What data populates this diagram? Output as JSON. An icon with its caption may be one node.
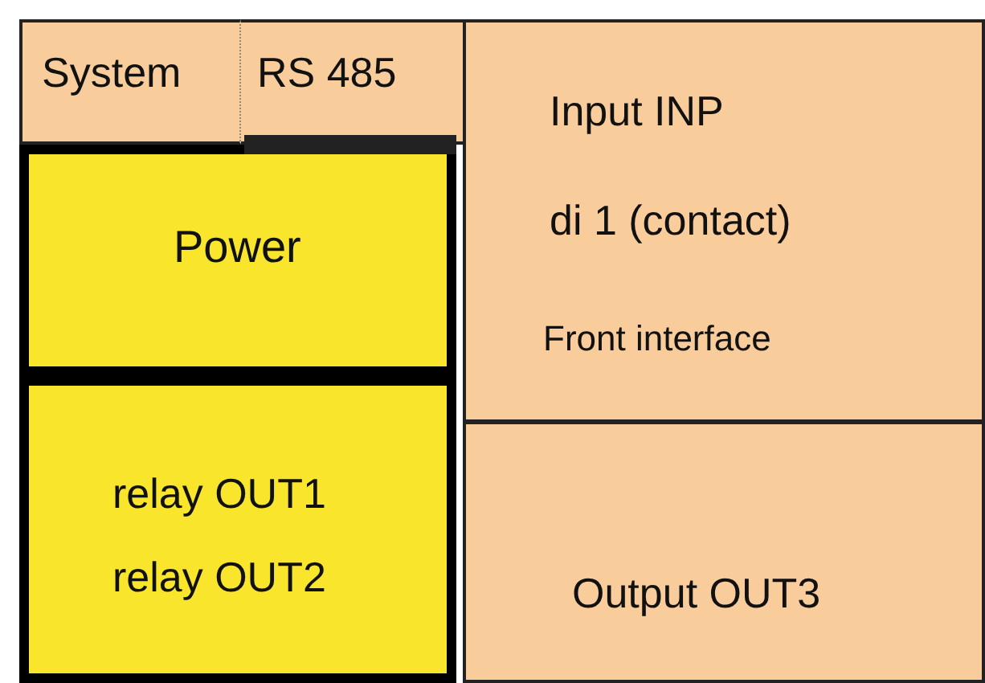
{
  "diagram": {
    "nodes": [
      {
        "text": [
          "System"
        ]
      },
      {
        "text": [
          "RS 485"
        ]
      },
      {
        "text": [
          "Power"
        ]
      },
      {
        "text": [
          "relay OUT1",
          "relay OUT2"
        ]
      },
      {
        "text": [
          "Input INP",
          "di 1 (contact)",
          "Front interface"
        ]
      },
      {
        "text": [
          "Output OUT3"
        ]
      }
    ],
    "edges": []
  }
}
